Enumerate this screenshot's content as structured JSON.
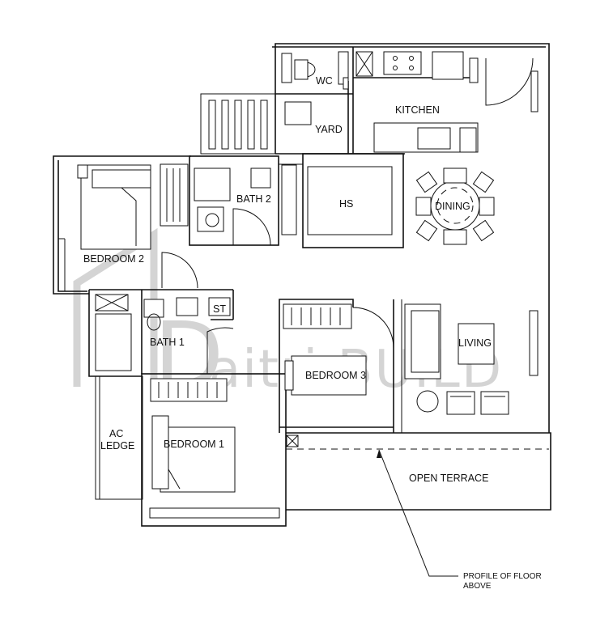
{
  "rooms": {
    "wc": "WC",
    "kitchen": "KITCHEN",
    "yard": "YARD",
    "bath2": "BATH 2",
    "hs": "HS",
    "dining": "DINING",
    "bedroom2": "BEDROOM 2",
    "st": "ST",
    "bath1": "BATH 1",
    "bedroom3": "BEDROOM 3",
    "living": "LIVING",
    "ac_ledge_line1": "AC",
    "ac_ledge_line2": "LEDGE",
    "bedroom1": "BEDROOM 1",
    "open_terrace": "OPEN TERRACE"
  },
  "annotation": {
    "line1": "PROFILE OF  FLOOR",
    "line2": "ABOVE"
  },
  "watermark": {
    "letter": "D",
    "text": "aitri.BUILD"
  },
  "colors": {
    "wall": "#111111",
    "watermark": "#d4d4d4",
    "background": "#ffffff"
  }
}
